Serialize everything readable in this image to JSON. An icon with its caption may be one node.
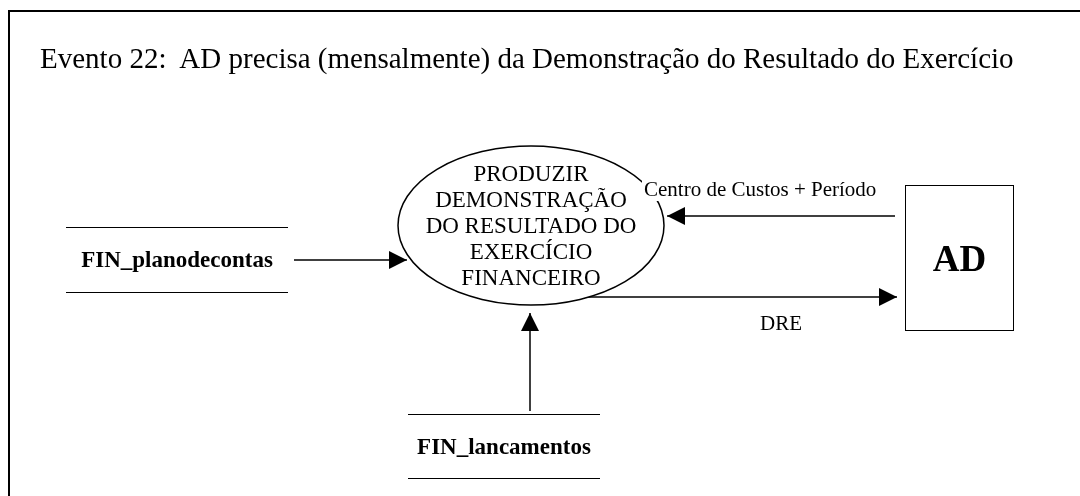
{
  "diagram": {
    "title": "Evento 22:  AD precisa (mensalmente) da Demonstração do Resultado do Exercício",
    "nodes": [
      {
        "text": [
          "PRODUZIR DEMONSTRAÇÃO DO RESULTADO DO EXERCÍCIO FINANCEIRO"
        ]
      },
      {
        "text": [
          "AD"
        ]
      },
      {
        "text": [
          "FIN_planodecontas"
        ]
      },
      {
        "text": [
          "FIN_lancamentos"
        ]
      }
    ],
    "edges": [
      {
        "from": 1,
        "to": 0,
        "arrow": "to",
        "label": "Centro de Custos + Período"
      },
      {
        "from": 0,
        "to": 1,
        "arrow": "to",
        "label": "DRE"
      },
      {
        "from": 2,
        "to": 0,
        "arrow": "to"
      },
      {
        "from": 3,
        "to": 0,
        "arrow": "to"
      }
    ]
  }
}
